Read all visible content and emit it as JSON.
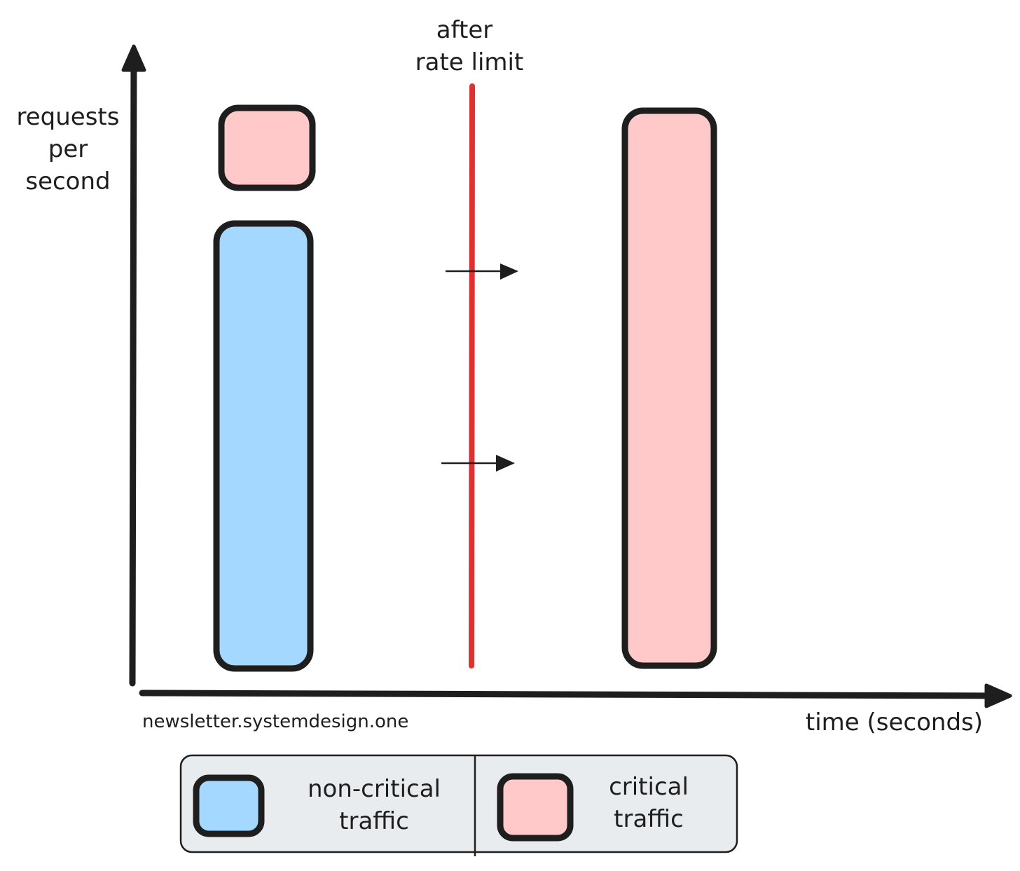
{
  "labels": {
    "y_axis": [
      "requests",
      "per",
      "second"
    ],
    "x_axis": "time (seconds)",
    "rate_limit": [
      "after",
      "rate limit"
    ],
    "watermark": "newsletter.systemdesign.one"
  },
  "legend": {
    "items": [
      {
        "lines": [
          "non-critical",
          "traffic"
        ],
        "color": "#a5d8ff"
      },
      {
        "lines": [
          "critical",
          "traffic"
        ],
        "color": "#ffc9c9"
      }
    ],
    "background": "#e9ecef"
  },
  "colors": {
    "stroke": "#1e1e1e",
    "critical": "#ffc9c9",
    "non_critical": "#a5d8ff",
    "rate_limit_line": "#e03131"
  },
  "bars": {
    "before": [
      {
        "type": "critical",
        "share": "small"
      },
      {
        "type": "non-critical",
        "share": "large"
      }
    ],
    "after": [
      {
        "type": "critical",
        "share": "full"
      }
    ]
  }
}
